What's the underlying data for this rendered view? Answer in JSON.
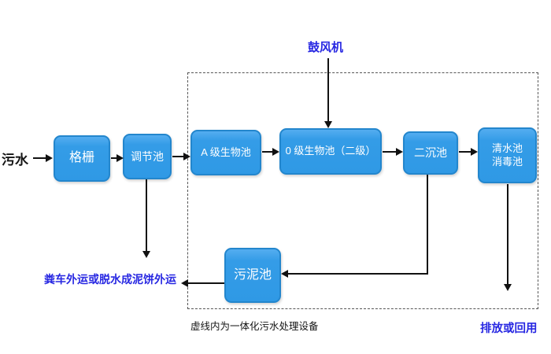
{
  "diagram": {
    "type": "process-flowchart",
    "subject": "integrated wastewater treatment equipment flow",
    "labels": {
      "influent": "污水",
      "blower": "鼓风机",
      "sludge_disposal": "粪车外运或脱水成泥饼外运",
      "dashed_note": "虚线内为一体化污水处理设备",
      "effluent": "排放或回用"
    },
    "nodes": {
      "grid": {
        "label": "格栅"
      },
      "regulating_tank": {
        "label": "调节池"
      },
      "a_bio_tank": {
        "label": "A 级生物池"
      },
      "o_bio_tank": {
        "label": "0 级生物池（二级）"
      },
      "secondary_clarifier": {
        "label": "二沉池"
      },
      "clear_water_tank": {
        "line1": "清水池",
        "line2": "消毒池"
      },
      "sludge_tank": {
        "label": "污泥池"
      }
    },
    "flows": [
      {
        "from": "污水",
        "to": "格栅"
      },
      {
        "from": "格栅",
        "to": "调节池"
      },
      {
        "from": "调节池",
        "to": "A 级生物池"
      },
      {
        "from": "A 级生物池",
        "to": "0 级生物池（二级）"
      },
      {
        "from": "鼓风机",
        "to": "0 级生物池（二级）"
      },
      {
        "from": "0 级生物池（二级）",
        "to": "二沉池"
      },
      {
        "from": "二沉池",
        "to": "清水池 消毒池"
      },
      {
        "from": "二沉池",
        "to": "污泥池"
      },
      {
        "from": "调节池",
        "to": "粪车外运或脱水成泥饼外运"
      },
      {
        "from": "污泥池",
        "to": "粪车外运或脱水成泥饼外运"
      },
      {
        "from": "清水池 消毒池",
        "to": "排放或回用"
      }
    ],
    "colors": {
      "node_fill": "#349ce7",
      "node_border": "#2386cd",
      "node_text": "#ffffff",
      "annotation_blue": "#2727e2",
      "annotation_black": "#141414",
      "arrow": "#111111",
      "dashed_border": "#555555",
      "background": "#ffffff"
    }
  }
}
